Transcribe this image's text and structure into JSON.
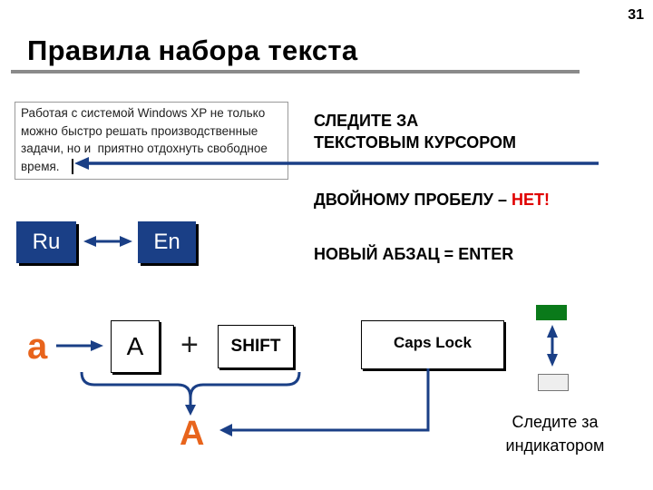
{
  "slide": {
    "number": "31",
    "title": "Правила набора текста"
  },
  "textbox": {
    "lines": [
      "Работая с системой Windows XP не только",
      "можно быстро решать производственные",
      "задачи, но и  приятно отдохнуть свободное",
      "время."
    ]
  },
  "notes": {
    "cursor_line1": "СЛЕДИТЕ ЗА",
    "cursor_line2": "ТЕКСТОВЫМ КУРСОРОМ",
    "double_space_text": "ДВОЙНОМУ ПРОБЕЛУ – ",
    "double_space_no": "НЕТ!",
    "new_paragraph": "НОВЫЙ АБЗАЦ = ENTER"
  },
  "keys": {
    "ru": "Ru",
    "en": "En",
    "a_lower": "a",
    "a_upper_key": "A",
    "plus": "+",
    "shift": "SHIFT",
    "caps_lock": "Caps Lock",
    "a_result": "A"
  },
  "indicator": {
    "line1": "Следите за",
    "line2": "индикатором"
  },
  "colors": {
    "arrow": "#1a3f86",
    "accent": "#e8641c",
    "indicator_on": "#0a7a1a",
    "no_red": "#e00000"
  }
}
